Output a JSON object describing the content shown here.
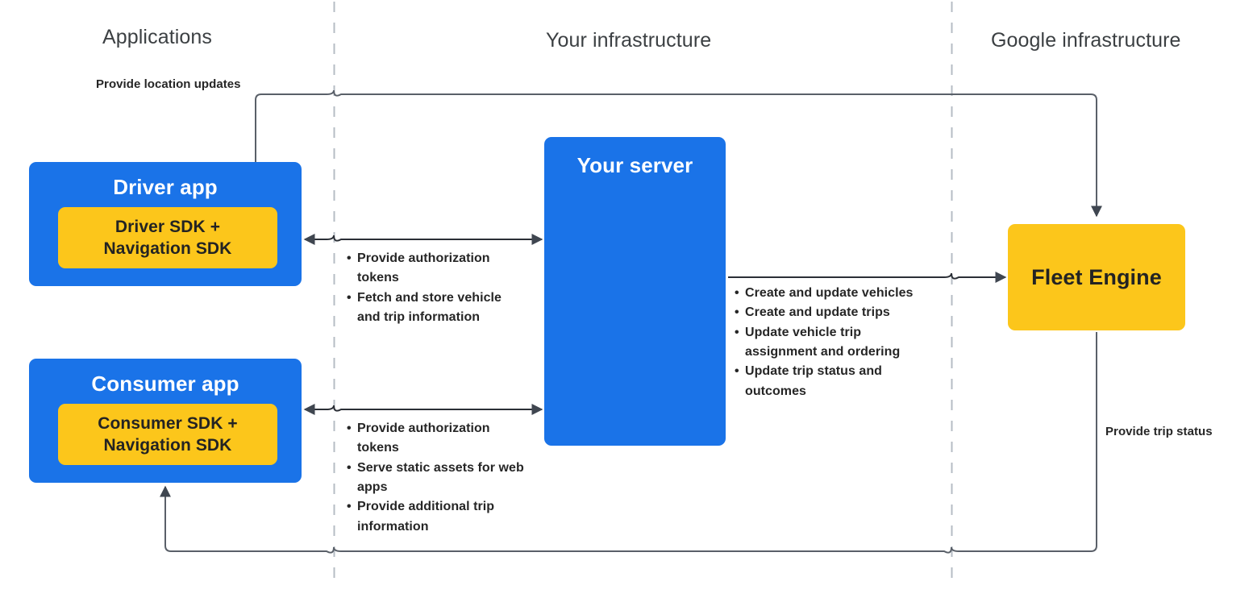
{
  "columns": [
    {
      "id": "applications",
      "label": "Applications"
    },
    {
      "id": "your-infrastructure",
      "label": "Your infrastructure"
    },
    {
      "id": "google-infrastructure",
      "label": "Google infrastructure"
    }
  ],
  "nodes": {
    "driver_app": {
      "title": "Driver app",
      "sdk_label": "Driver SDK +\nNavigation SDK",
      "sdk_line1": "Driver SDK +",
      "sdk_line2": "Navigation SDK"
    },
    "consumer_app": {
      "title": "Consumer app",
      "sdk_line1": "Consumer SDK +",
      "sdk_line2": "Navigation SDK"
    },
    "your_server": {
      "title": "Your server"
    },
    "fleet_engine": {
      "title": "Fleet Engine"
    }
  },
  "edges": {
    "location_updates": {
      "label": "Provide location updates"
    },
    "trip_status": {
      "label": "Provide trip status"
    },
    "driver_to_server": {
      "bullets": [
        "Provide authorization tokens",
        "Fetch and store vehicle and trip information"
      ]
    },
    "consumer_to_server": {
      "bullets": [
        "Provide authorization tokens",
        "Serve static assets for web apps",
        "Provide additional trip information"
      ]
    },
    "server_to_fleet": {
      "bullets": [
        "Create and update vehicles",
        "Create and update trips",
        "Update vehicle trip assignment and ordering",
        "Update trip status and outcomes"
      ]
    }
  },
  "colors": {
    "blue": "#1a73e8",
    "yellow": "#fcc61b",
    "line": "#4a5058",
    "divider": "#b6bcc4",
    "header_text": "#3c4043",
    "dark_text": "#232323"
  }
}
